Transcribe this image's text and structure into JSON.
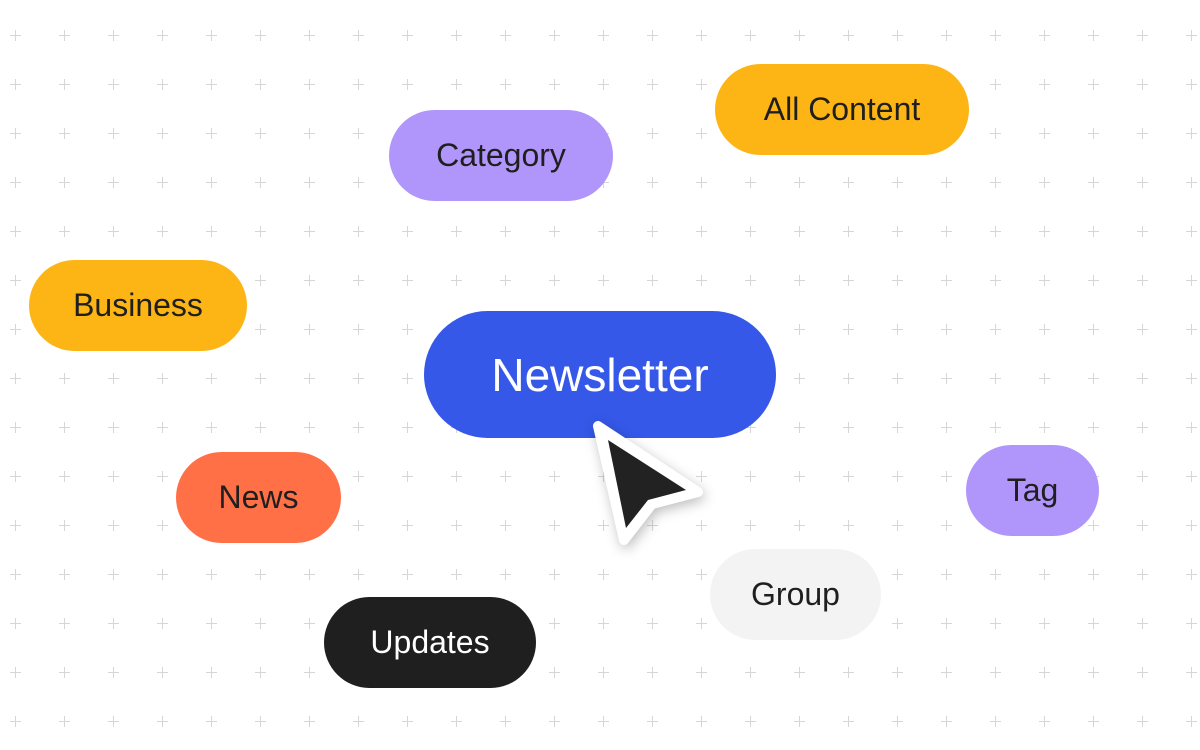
{
  "tags": {
    "all_content": "All Content",
    "category": "Category",
    "business": "Business",
    "newsletter": "Newsletter",
    "news": "News",
    "tag": "Tag",
    "group": "Group",
    "updates": "Updates"
  },
  "colors": {
    "yellow": "#FDB515",
    "purple": "#B096FA",
    "blue": "#3558E8",
    "orange": "#FF7047",
    "light": "#F3F3F3",
    "dark": "#1F1F1F"
  }
}
